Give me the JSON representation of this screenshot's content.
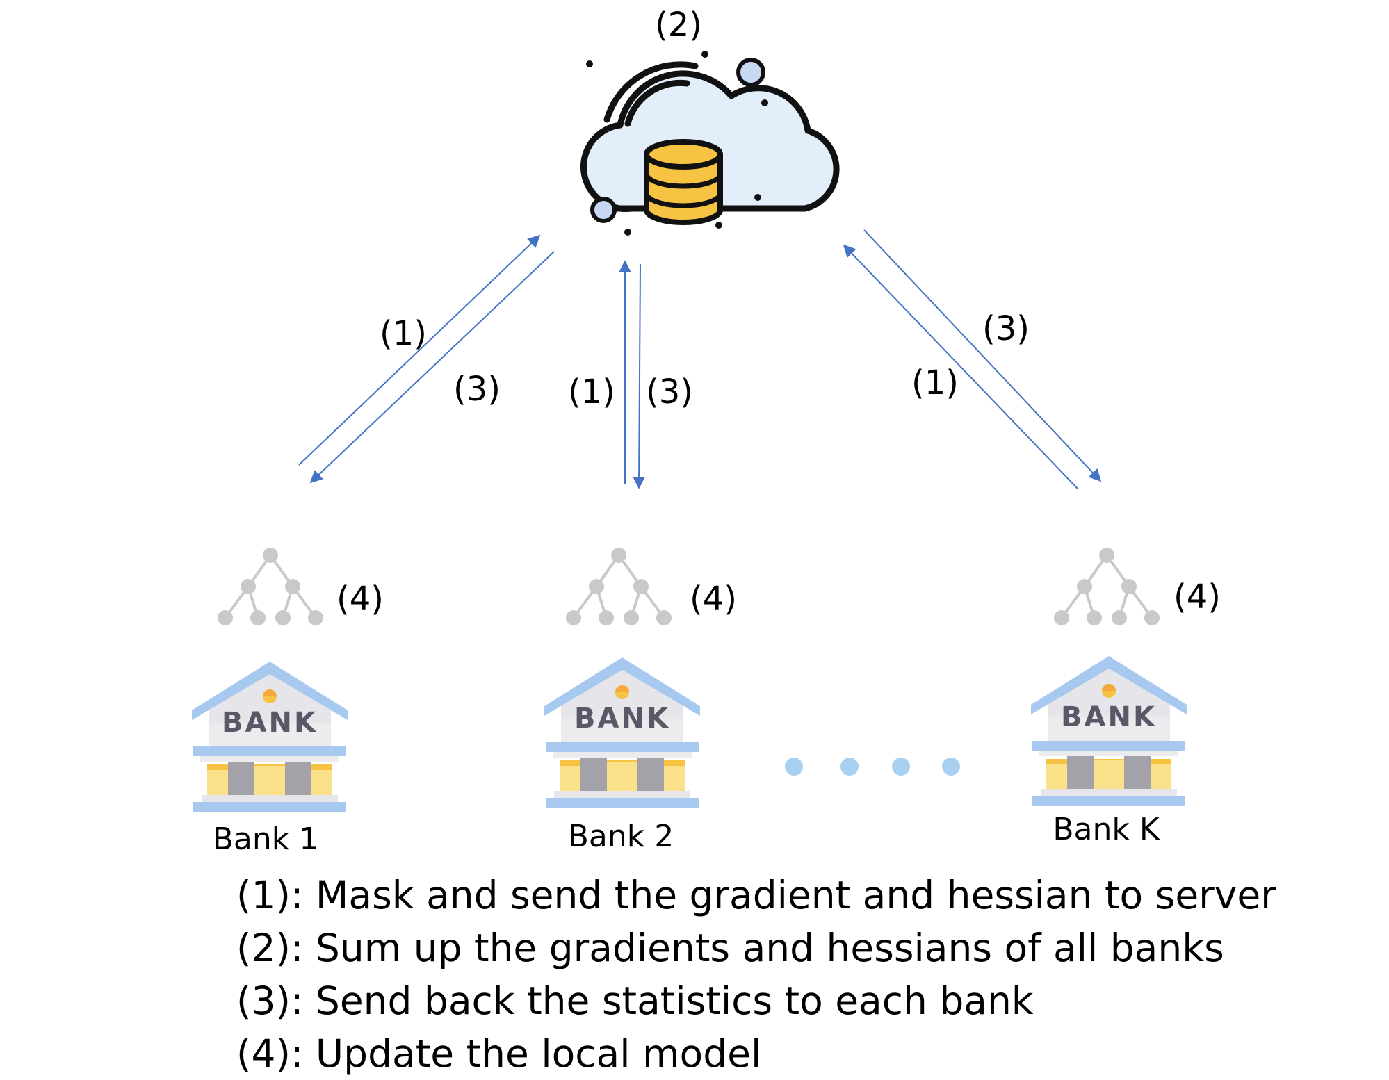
{
  "server": {
    "step_label": "(2)",
    "icon": "cloud-database-icon"
  },
  "links": [
    {
      "up_label": "(1)",
      "down_label": "(3)"
    },
    {
      "up_label": "(1)",
      "down_label": "(3)"
    },
    {
      "up_label": "(1)",
      "down_label": "(3)"
    }
  ],
  "banks": [
    {
      "name": "Bank 1",
      "step_label": "(4)",
      "sign": "BANK",
      "icon": "bank-icon",
      "model_icon": "tree-model-icon"
    },
    {
      "name": "Bank 2",
      "step_label": "(4)",
      "sign": "BANK",
      "icon": "bank-icon",
      "model_icon": "tree-model-icon"
    },
    {
      "name": "Bank K",
      "step_label": "(4)",
      "sign": "BANK",
      "icon": "bank-icon",
      "model_icon": "tree-model-icon"
    }
  ],
  "ellipsis_icon": "dots-ellipsis-icon",
  "legend": [
    "(1): Mask and send the gradient and hessian to server",
    "(2): Sum up the gradients and hessians of all banks",
    "(3): Send back the statistics to each bank",
    "(4): Update the local model"
  ],
  "colors": {
    "arrow": "#4472c4",
    "cloud_fill": "#e3eefb",
    "coin": "#f6c343",
    "roof": "#a7c9ef",
    "tree_node": "#c9c9c9",
    "dots": "#a8d0f0"
  }
}
